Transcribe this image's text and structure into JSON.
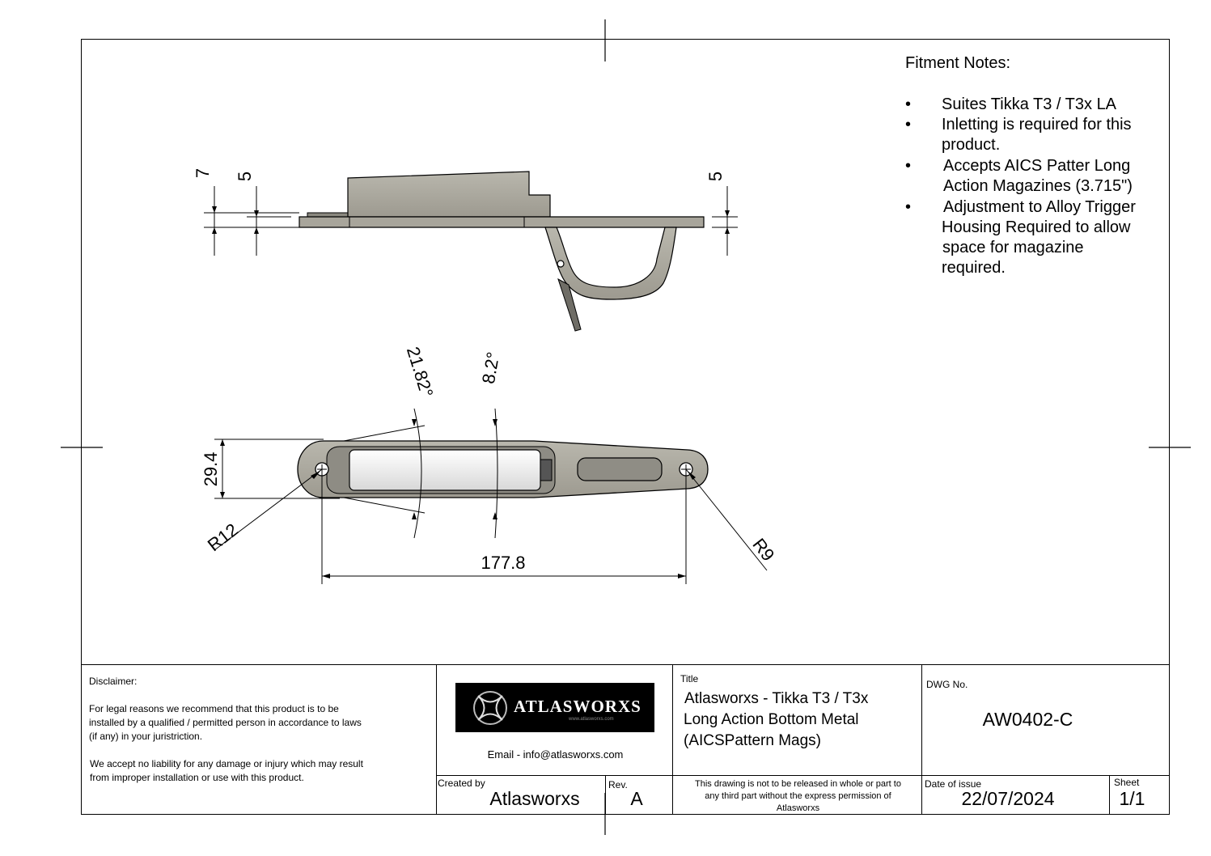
{
  "fitment": {
    "title": "Fitment Notes:",
    "items": [
      {
        "bullet": "•",
        "lines": [
          "Suites Tikka T3 / T3x LA"
        ]
      },
      {
        "bullet": "•",
        "lines": [
          "Inletting is required for this",
          "product."
        ]
      },
      {
        "bullet": "•",
        "lines": [
          "Accepts AICS Patter Long",
          "Action Magazines (3.715\")"
        ]
      },
      {
        "bullet": "•",
        "lines": [
          "Adjustment to Alloy Trigger",
          "Housing Required to allow",
          "space for magazine",
          "required."
        ]
      }
    ]
  },
  "dimensions": {
    "side_left_outer": "7",
    "side_left_inner": "5",
    "side_right": "5",
    "angle_a": "21.82°",
    "angle_b": "8.2°",
    "width": "29.4",
    "radius_left": "R12",
    "radius_right": "R9",
    "length": "177.8"
  },
  "titleblock": {
    "disclaimer_heading": "Disclaimer:",
    "disclaimer_p1": [
      "For legal reasons we recommend that this product is to be",
      "installed by a qualified / permitted person in accordance to laws",
      "(if any) in your juristriction."
    ],
    "disclaimer_p2": [
      "We accept no liability for any damage or injury which may result",
      "from improper installation or use with this product."
    ],
    "logo_text": "ATLASWORXS",
    "logo_sub": "www.atlasworxs.com",
    "email": "Email - info@atlasworxs.com",
    "title_label": "Title",
    "title_lines": [
      "Atlasworxs - Tikka T3 / T3x",
      "Long Action Bottom Metal",
      "(AICSPattern Mags)"
    ],
    "dwg_label": "DWG No.",
    "dwg_no": "AW0402-C",
    "created_label": "Created by",
    "created_by": "Atlasworxs",
    "rev_label": "Rev.",
    "rev": "A",
    "notice": [
      "This drawing is not to be released in whole or part to",
      "any third part without the express permission of",
      "Atlasworxs"
    ],
    "date_label": "Date of issue",
    "date": "22/07/2024",
    "sheet_label": "Sheet",
    "sheet": "1/1"
  }
}
